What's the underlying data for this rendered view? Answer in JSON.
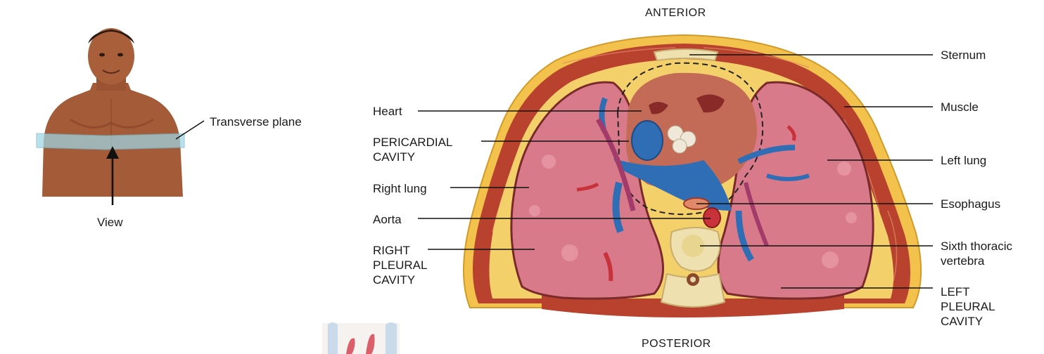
{
  "orientation": {
    "top": "ANTERIOR",
    "bottom": "POSTERIOR"
  },
  "figure_person": {
    "plane_label": "Transverse plane",
    "view_label": "View"
  },
  "labels_left": [
    "Heart",
    "PERICARDIAL\nCAVITY",
    "Right lung",
    "Aorta",
    "RIGHT\nPLEURAL\nCAVITY"
  ],
  "labels_right": [
    "Sternum",
    "Muscle",
    "Left lung",
    "Esophagus",
    "Sixth thoracic\nvertebra",
    "LEFT\nPLEURAL\nCAVITY"
  ],
  "colors": {
    "skin": "#a9603a",
    "plane": "#9fd6e6",
    "fat": "#f2c24c",
    "muscle": "#b8422e",
    "lung": "#d97a8a",
    "lung_light": "#e79aa5",
    "pleura_line": "#7a2a2a",
    "vein": "#2f6db5",
    "artery": "#c8323a",
    "bone": "#efe0b0",
    "heart": "#c46b57"
  }
}
